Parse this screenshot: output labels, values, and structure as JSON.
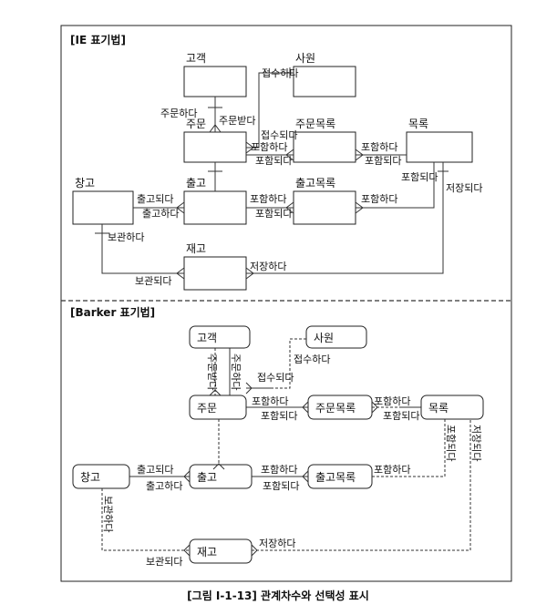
{
  "ie": {
    "header": "[IE 표기법]",
    "entities": {
      "customer": "고객",
      "employee": "사원",
      "order": "주문",
      "order_list": "주문목록",
      "catalog": "목록",
      "warehouse": "창고",
      "shipment": "출고",
      "shipment_list": "출고목록",
      "inventory": "재고"
    },
    "labels": {
      "accept": "접수하다",
      "place_order": "주문하다",
      "receive_order": "주문받다",
      "accepted": "접수되다",
      "include_1": "포함하다",
      "included_1": "포함되다",
      "include_2": "포함하다",
      "included_2": "포함되다",
      "ship_1": "출고되다",
      "ship_2": "출고하다",
      "include_3": "포함하다",
      "included_3": "포함되다",
      "include_4": "포함하다",
      "included_4": "포함되다",
      "store": "보관하다",
      "stored": "보관되다",
      "save": "저장하다",
      "saved": "저장되다"
    }
  },
  "barker": {
    "header": "[Barker 표기법]",
    "entities": {
      "customer": "고객",
      "employee": "사원",
      "order": "주문",
      "order_list": "주문목록",
      "catalog": "목록",
      "warehouse": "창고",
      "shipment": "출고",
      "shipment_list": "출고목록",
      "inventory": "재고"
    },
    "labels": {
      "receive_order_v": "주문받다",
      "place_order_v": "주문하다",
      "accept": "접수하다",
      "accepted": "접수되다",
      "include_1": "포함하다",
      "included_1": "포함되다",
      "include_2": "포함하다",
      "included_2": "포함되다",
      "ship_1": "출고되다",
      "ship_2": "출고하다",
      "include_3": "포함하다",
      "included_3": "포함되다",
      "include_4": "포함하다",
      "included_4_v": "포함되다",
      "save_v": "저장되다",
      "store_v": "보관하다",
      "stored": "보관되다",
      "save": "저장하다"
    }
  },
  "caption": "[그림 Ⅰ-1-13] 관계차수와 선택성 표시"
}
